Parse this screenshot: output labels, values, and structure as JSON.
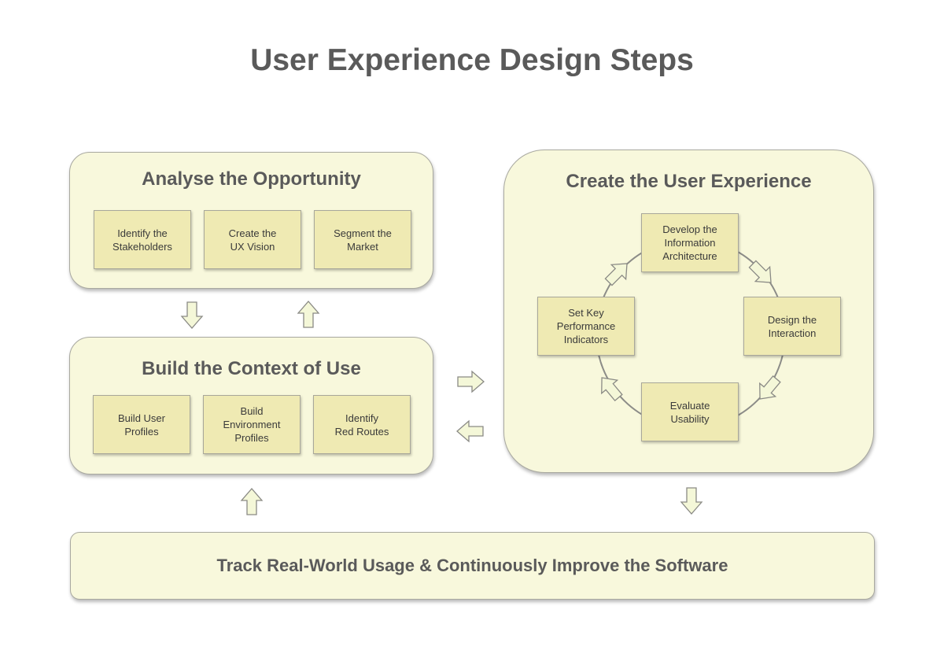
{
  "title": "User Experience Design Steps",
  "panels": {
    "analyse": {
      "title": "Analyse the Opportunity",
      "steps": [
        "Identify the\nStakeholders",
        "Create the\nUX Vision",
        "Segment the\nMarket"
      ]
    },
    "context": {
      "title": "Build the Context of Use",
      "steps": [
        "Build User\nProfiles",
        "Build\nEnvironment\nProfiles",
        "Identify\nRed Routes"
      ]
    },
    "create": {
      "title": "Create the User Experience",
      "cycle_steps": [
        "Develop the\nInformation\nArchitecture",
        "Design the\nInteraction",
        "Evaluate\nUsability",
        "Set Key\nPerformance\nIndicators"
      ]
    },
    "track": {
      "title": "Track Real-World Usage & Continuously Improve the Software"
    }
  },
  "colors": {
    "panel_fill": "#f8f8dc",
    "step_fill": "#efeab3",
    "arrow_fill": "#f4f7d8",
    "outline": "#8a8a85",
    "text": "#5a5a5a"
  }
}
